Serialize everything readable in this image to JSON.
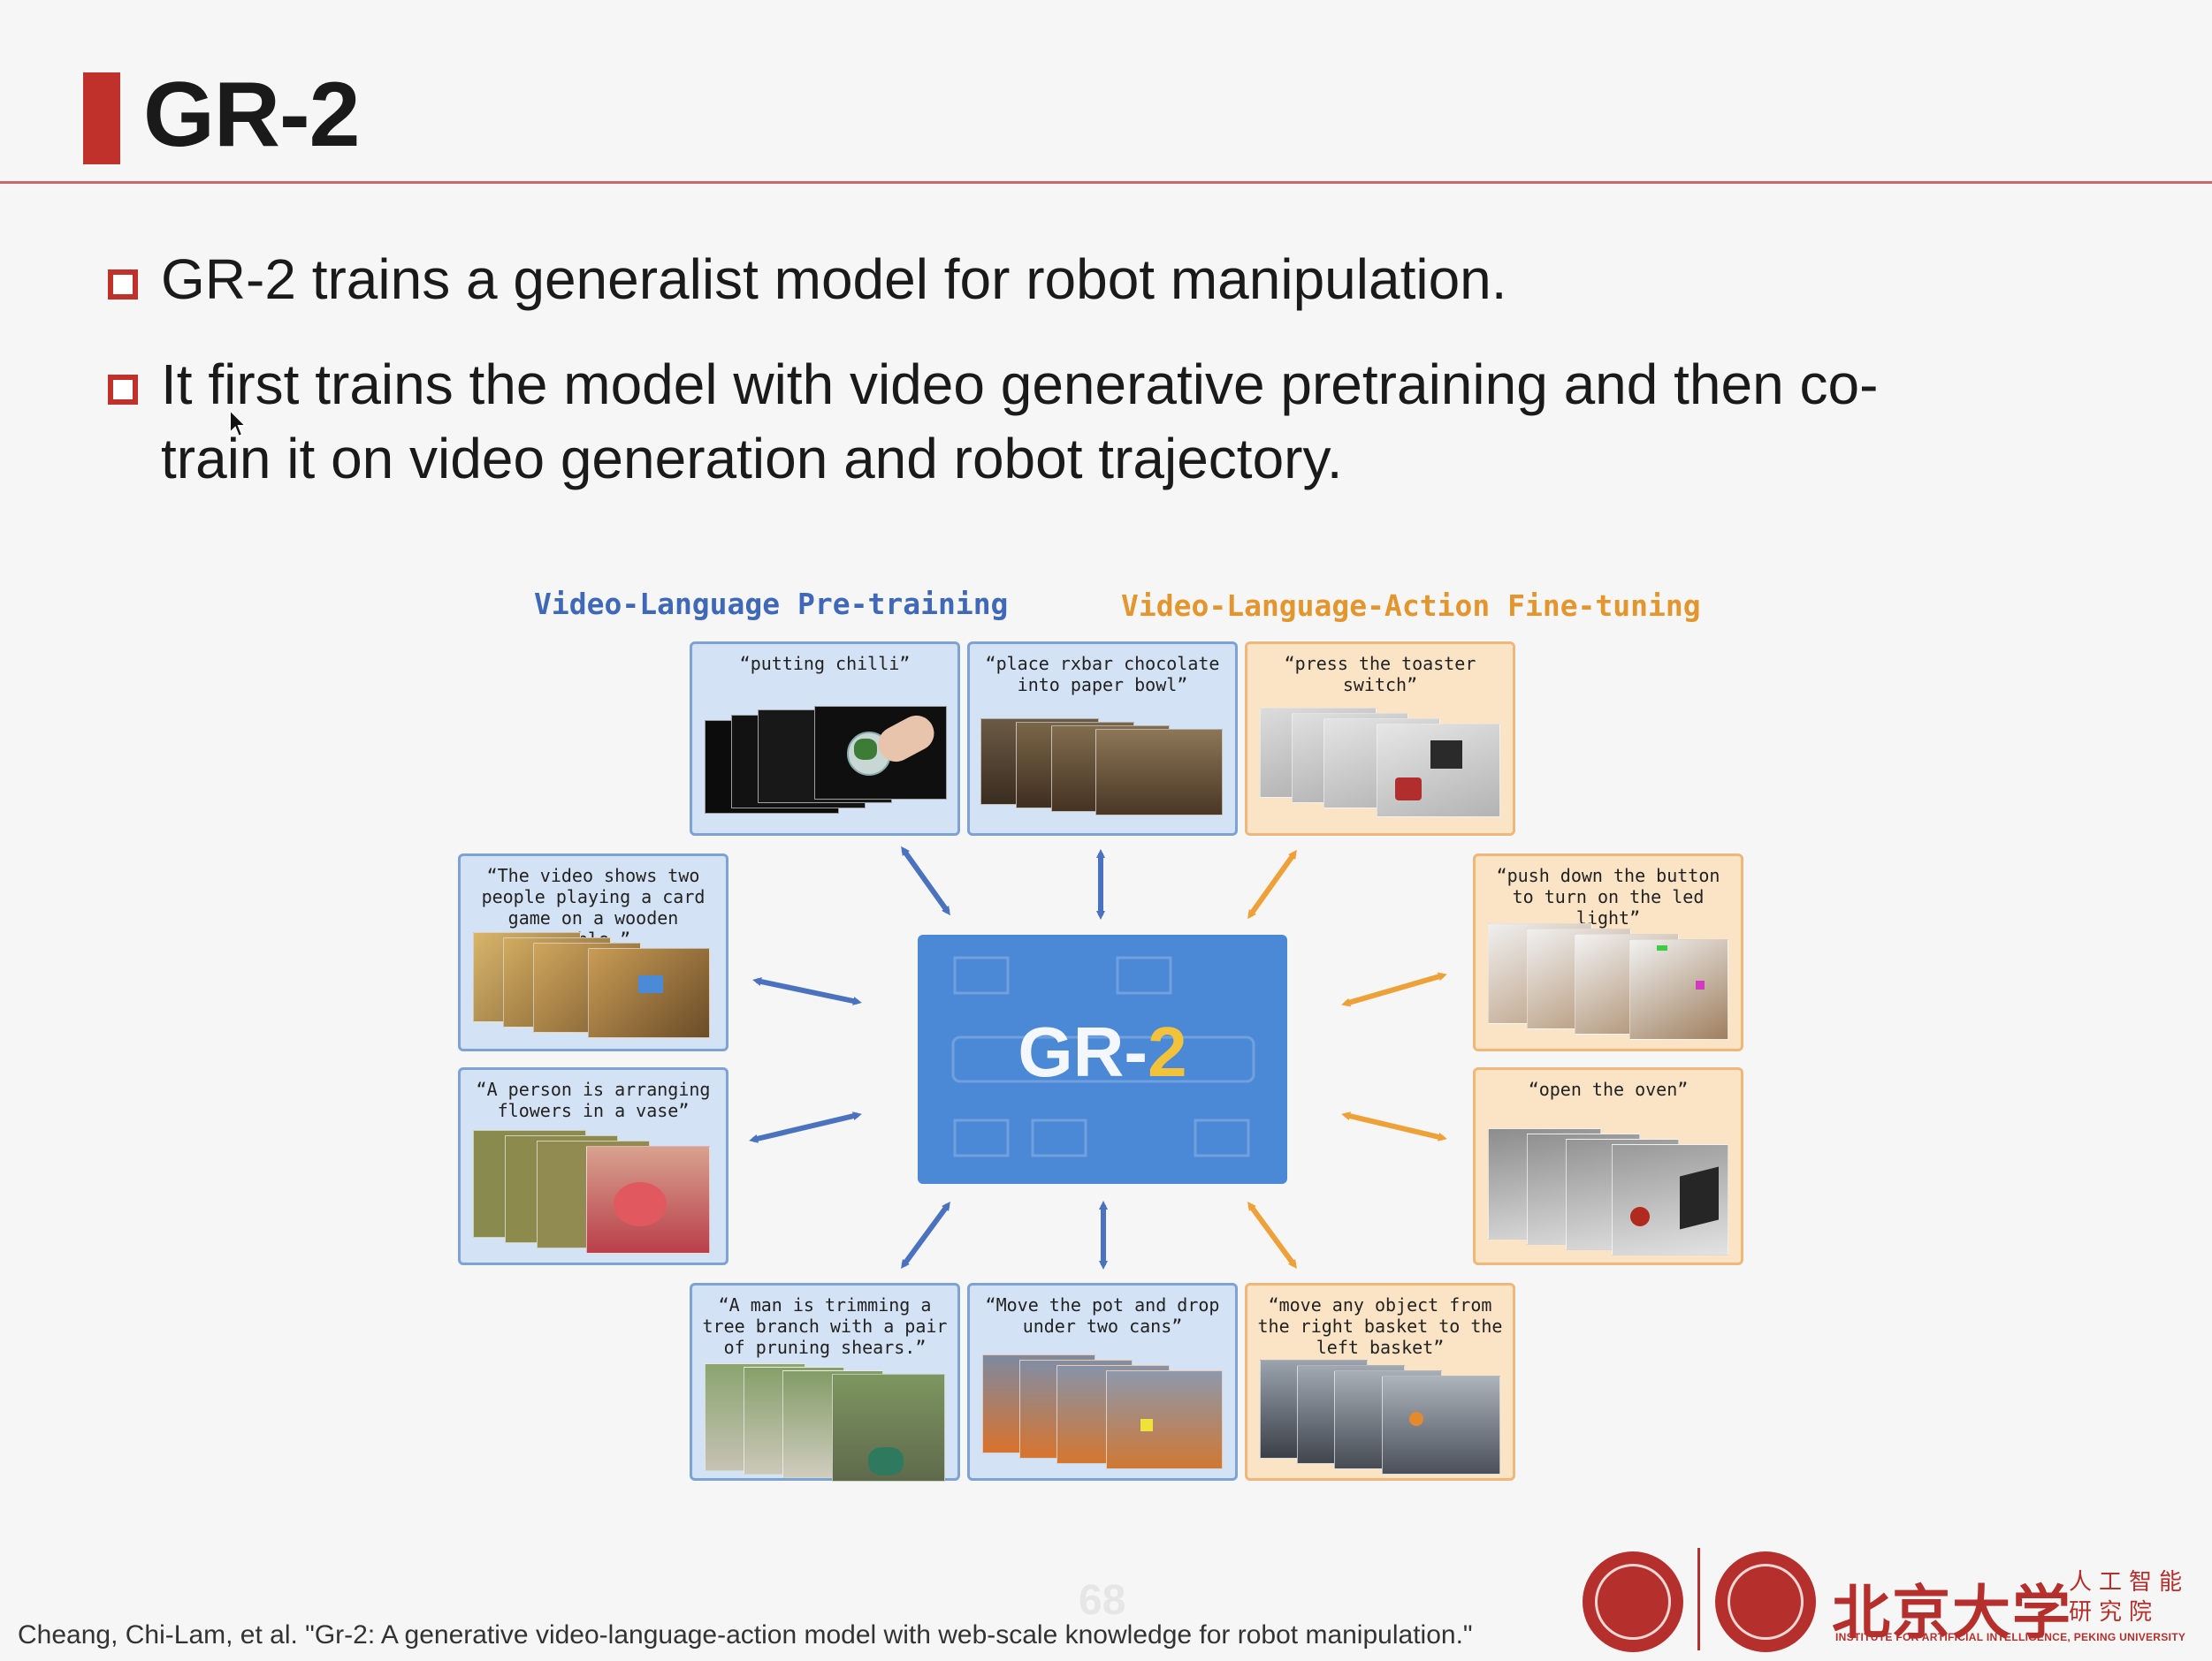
{
  "slide": {
    "title": "GR-2",
    "bullets": [
      "GR-2 trains a generalist model for robot manipulation.",
      "It first trains the model with video generative pretraining and then co-",
      "train it on video generation and robot trajectory."
    ],
    "footer_citation": "Cheang, Chi-Lam, et al. \"Gr-2: A generative video-language-action model with web-scale knowledge for robot manipulation.\"",
    "page_number": "68"
  },
  "figure": {
    "left_heading": "Video-Language Pre-training",
    "right_heading": "Video-Language-Action Fine-tuning",
    "center_label_main": "GR-",
    "center_label_accent": "2",
    "panels": [
      {
        "caption": "“putting chilli”",
        "kind": "pretraining"
      },
      {
        "caption": "“place rxbar chocolate into paper bowl”",
        "kind": "pretraining"
      },
      {
        "caption": "“press the toaster switch”",
        "kind": "finetuning"
      },
      {
        "caption": "“The video shows two people playing a card game on a wooden table.”",
        "kind": "pretraining"
      },
      {
        "caption": "“push down the button to turn on the led light”",
        "kind": "finetuning"
      },
      {
        "caption": "“A person is arranging flowers in a vase”",
        "kind": "pretraining"
      },
      {
        "caption": "“open the oven”",
        "kind": "finetuning"
      },
      {
        "caption": "“A man is trimming a tree branch with a pair of pruning shears.”",
        "kind": "pretraining"
      },
      {
        "caption": "“Move the pot and drop under two cans”",
        "kind": "pretraining"
      },
      {
        "caption": "“move any object from the right basket to the left basket”",
        "kind": "finetuning"
      }
    ],
    "colors": {
      "pretraining_accent": "#3f68b8",
      "finetuning_accent": "#e3952e",
      "title_accent": "#c0312b"
    }
  },
  "logo": {
    "university_name": "北京大学",
    "institute_cn": "人工智能研究院",
    "institute_en": "INSTITUTE FOR ARTIFICIAL INTELLIGENCE, PEKING UNIVERSITY"
  }
}
